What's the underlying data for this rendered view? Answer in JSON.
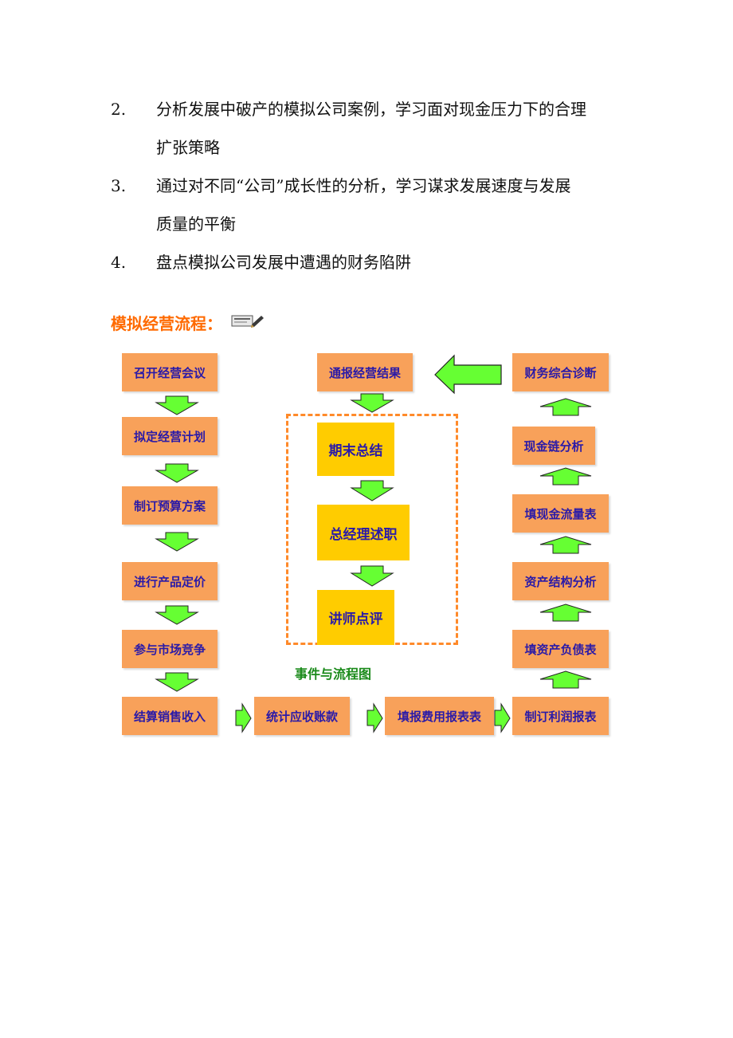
{
  "list": [
    {
      "number": "2.",
      "line1": "分析发展中破产的模拟公司案例，学习面对现金压力下的合理",
      "line2": "扩张策略"
    },
    {
      "number": "3.",
      "line1": "通过对不同“公司”成长性的分析，学习谋求发展速度与发展",
      "line2": "质量的平衡"
    },
    {
      "number": "4.",
      "line1": "盘点模拟公司发展中遭遇的财务陷阱",
      "line2": ""
    }
  ],
  "section_title": "模拟经营流程：",
  "flow": {
    "left_column": [
      "召开经营会议",
      "拟定经营计划",
      "制订预算方案",
      "进行产品定价",
      "参与市场竞争",
      "结算销售收入"
    ],
    "bottom_row": [
      "统计应收账款",
      "填报费用报表表"
    ],
    "right_column": [
      "财务综合诊断",
      "现金链分析",
      "填现金流量表",
      "资产结构分析",
      "填资产负债表",
      "制订利润报表"
    ],
    "top_center": "通报经营结果",
    "dashed_group": [
      "期末总结",
      "总经理述职",
      "讲师点评"
    ],
    "caption": "事件与流程图"
  },
  "colors": {
    "box_fill": "#f8a15a",
    "box_text": "#2a1aa8",
    "inner_box_fill": "#ffcc00",
    "arrow_fill": "#66ff33",
    "dashed_border": "#ff8a2a",
    "caption": "#1a8a1a",
    "title": "#ff6a00"
  }
}
